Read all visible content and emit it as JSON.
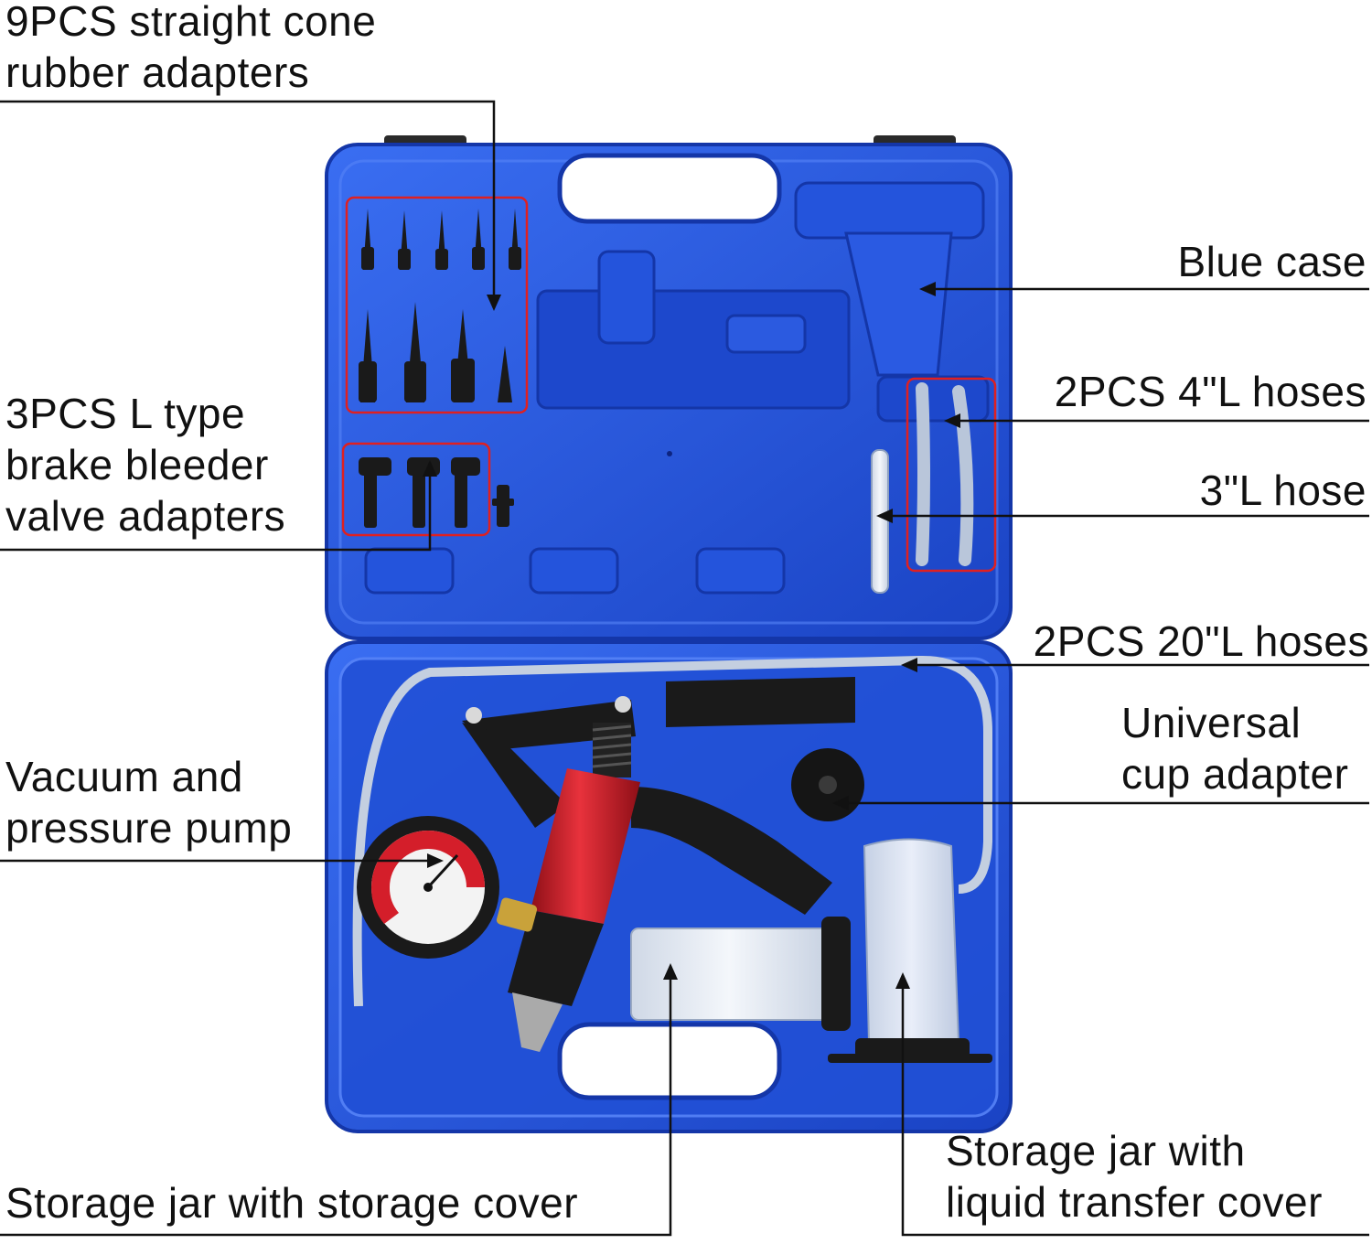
{
  "colors": {
    "case_blue": "#1f4fd6",
    "case_blue_dark": "#1436a8",
    "case_blue_light": "#3d6cf0",
    "highlight_red": "#e02020",
    "pump_red": "#d41e2a",
    "leader_line": "#111111"
  },
  "labels": {
    "straight_cone_adapters": {
      "line1": "9PCS straight cone",
      "line2": "rubber adapters"
    },
    "blue_case": {
      "line1": "Blue case"
    },
    "hoses_4l": {
      "line1": "2PCS 4\"L hoses"
    },
    "l_type_adapters": {
      "line1": "3PCS L type",
      "line2": "brake bleeder",
      "line3": "valve adapters"
    },
    "hose_3l": {
      "line1": "3\"L hose"
    },
    "hoses_20l": {
      "line1": "2PCS 20\"L hoses"
    },
    "cup_adapter": {
      "line1": "Universal",
      "line2": "cup adapter"
    },
    "pump": {
      "line1": "Vacuum and",
      "line2": "pressure pump"
    },
    "jar_transfer_cover": {
      "line1": "Storage jar with",
      "line2": "liquid transfer cover"
    },
    "jar_storage_cover": {
      "line1": "Storage jar with storage cover"
    }
  },
  "icons": {
    "case": "tool-case-illustration",
    "pump": "vacuum-pump-illustration",
    "gauge": "pressure-gauge-icon"
  }
}
